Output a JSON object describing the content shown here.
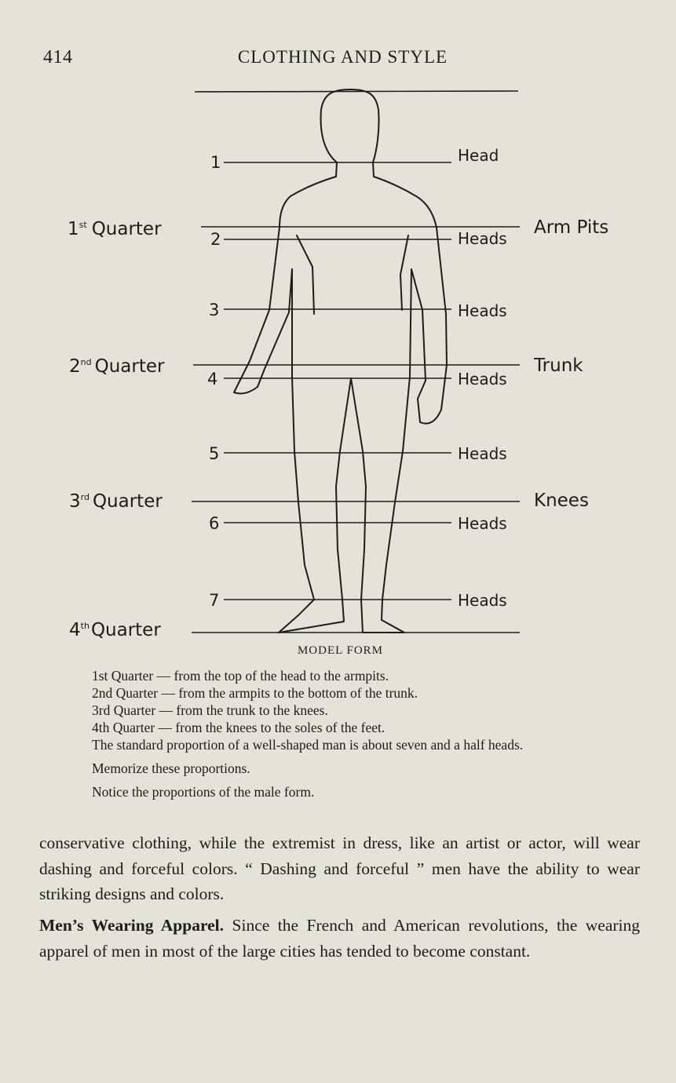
{
  "header": {
    "page_number": "414",
    "running_head": "CLOTHING AND STYLE"
  },
  "figure": {
    "caption": "MODEL FORM",
    "head_numbers": [
      "1",
      "2",
      "3",
      "4",
      "5",
      "6",
      "7"
    ],
    "head_labels": [
      "Head",
      "Heads",
      "Heads",
      "Heads",
      "Heads",
      "Heads",
      "Heads"
    ],
    "quarters": [
      {
        "num": "1",
        "sup": "st",
        "word": "Quarter"
      },
      {
        "num": "2",
        "sup": "nd",
        "word": "Quarter"
      },
      {
        "num": "3",
        "sup": "rd",
        "word": "Quarter"
      },
      {
        "num": "4",
        "sup": "th",
        "word": "Quarter"
      }
    ],
    "landmarks": [
      "Arm Pits",
      "Trunk",
      "Knees"
    ]
  },
  "notes": [
    "1st Quarter — from the top of the head to the armpits.",
    "2nd Quarter — from the armpits to the bottom of the trunk.",
    "3rd Quarter — from the trunk to the knees.",
    "4th Quarter — from the knees to the soles of the feet.",
    "The standard proportion of a well-shaped man is about seven and a half heads.",
    "Memorize these proportions.",
    "Notice the proportions of the male form."
  ],
  "body": {
    "paragraph1": "conservative clothing, while the extremist in dress, like an artist or actor, will wear dashing and forceful colors. “ Dashing and forceful ” men have the ability to wear striking designs and colors.",
    "paragraph2_heading": "Men’s Wearing Apparel.",
    "paragraph2_text": "Since the French and American revolutions, the wearing apparel of men in most of the large cities has tended to become constant."
  }
}
